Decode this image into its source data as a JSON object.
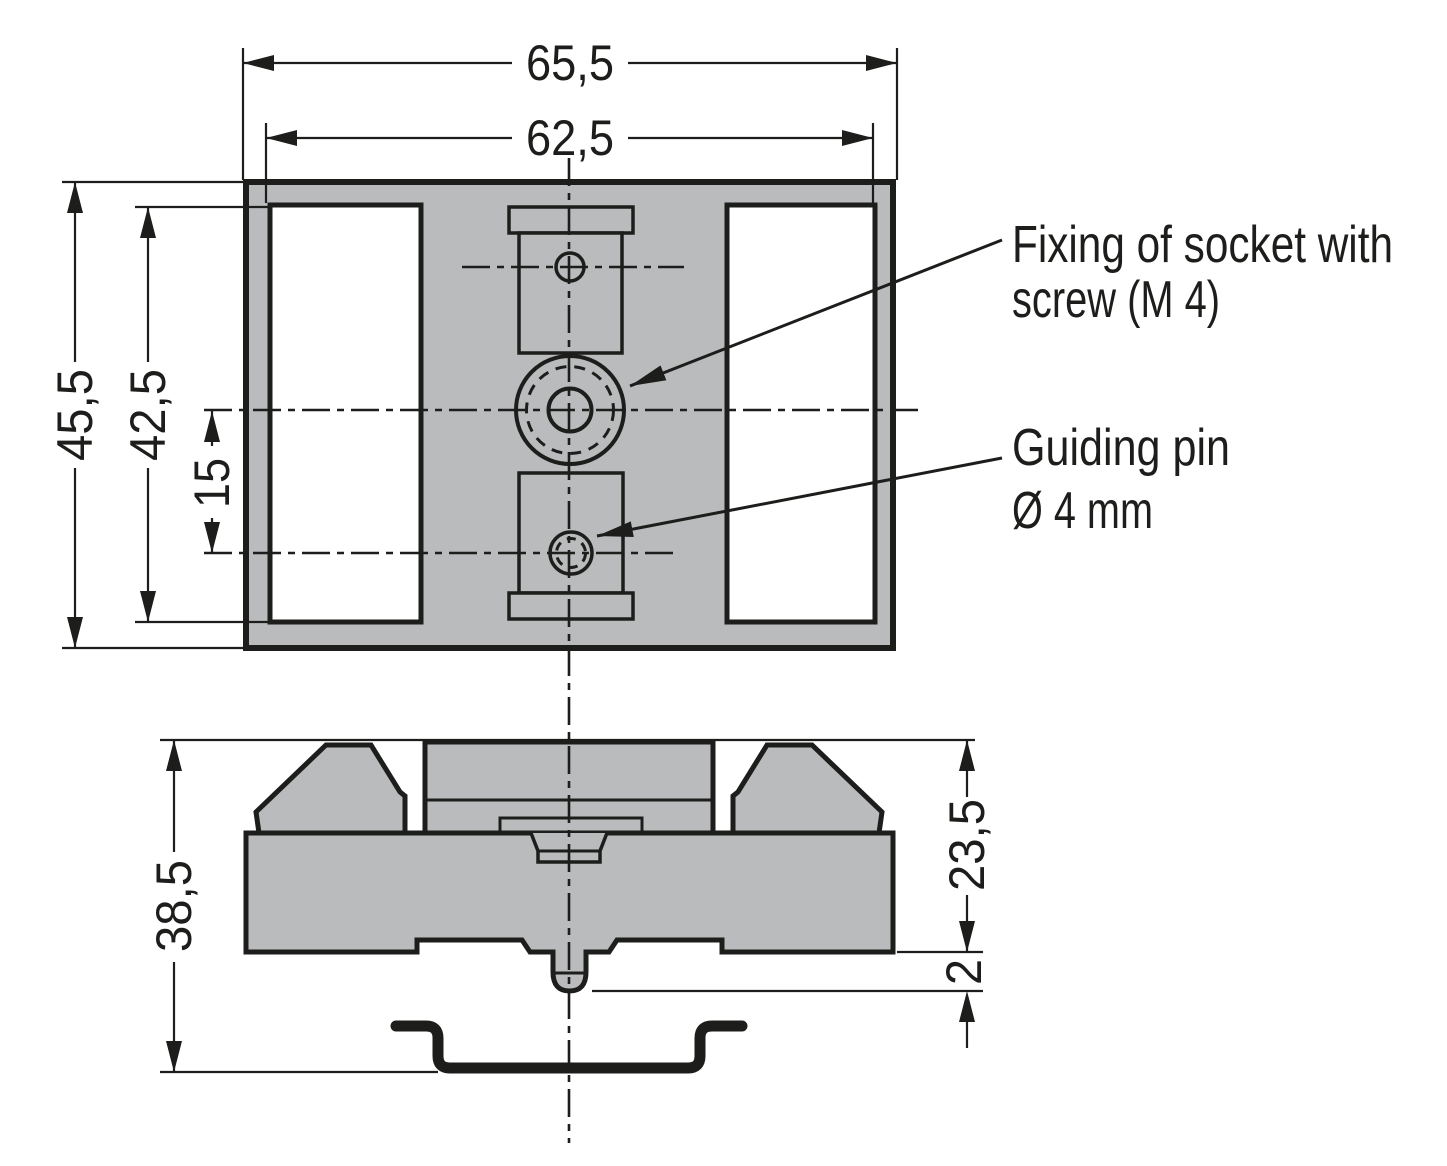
{
  "drawing": {
    "colors": {
      "part_fill": "#b9bbbc",
      "line": "#1d1d1b",
      "background": "#ffffff"
    },
    "dimensions": {
      "overall_width": "65,5",
      "inner_width": "62,5",
      "overall_height": "45,5",
      "inner_height": "42,5",
      "center_spacing": "15",
      "side_overall_height": "38,5",
      "side_upper_height": "23,5",
      "pin_clearance": "2"
    },
    "annotations": {
      "fixing": {
        "line1": "Fixing of socket with",
        "line2": "screw (M 4)"
      },
      "guiding": {
        "line1": "Guiding pin",
        "line2": "Ø 4 mm"
      }
    }
  }
}
